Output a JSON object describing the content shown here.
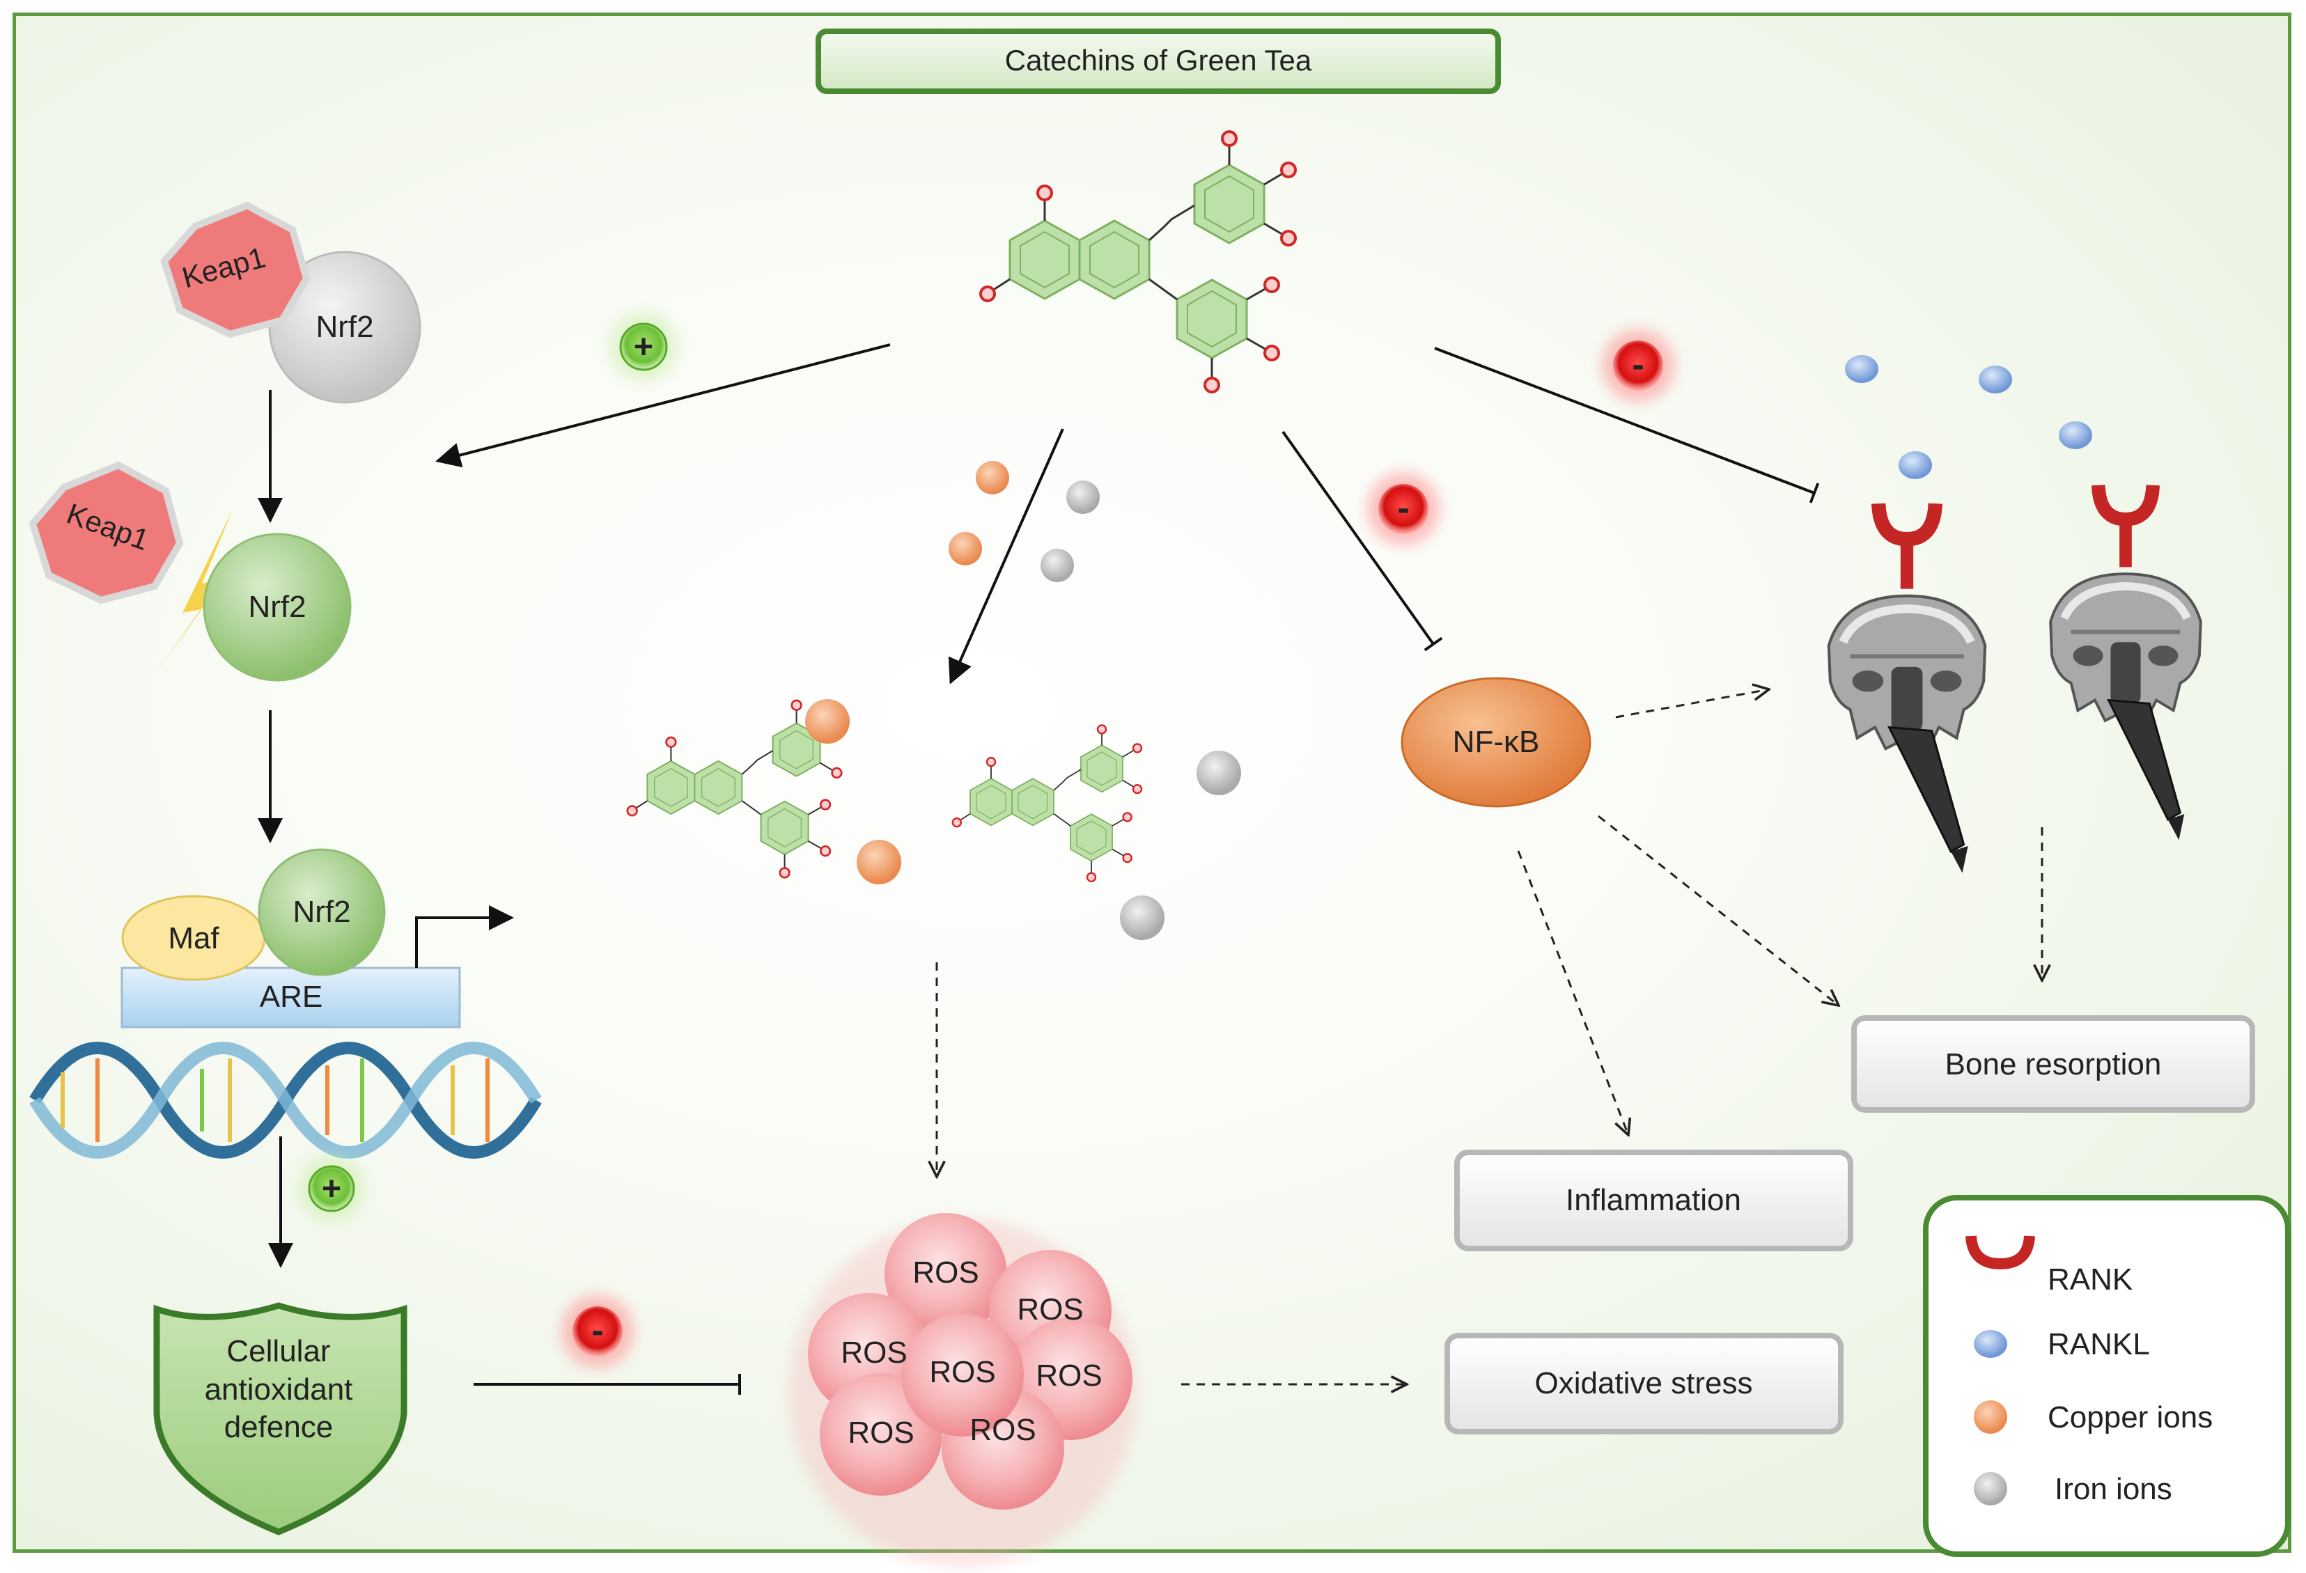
{
  "title": "Catechins of Green Tea",
  "nrf2_pathway": {
    "keap1_a": "Keap1",
    "nrf2_a": "Nrf2",
    "keap1_b": "Keap1",
    "nrf2_b": "Nrf2",
    "maf": "Maf",
    "nrf2_c": "Nrf2",
    "are": "ARE",
    "defence_line1": "Cellular",
    "defence_line2": "antioxidant",
    "defence_line3": "defence"
  },
  "signs": {
    "plus": "+",
    "minus": "-"
  },
  "nfkb": "NF-κB",
  "ros": [
    "ROS",
    "ROS",
    "ROS",
    "ROS",
    "ROS",
    "ROS",
    "ROS"
  ],
  "outcomes": {
    "bone_resorption": "Bone resorption",
    "inflammation": "Inflammation",
    "oxidative_stress": "Oxidative stress"
  },
  "legend": {
    "rank": "RANK",
    "rankl": "RANKL",
    "copper": "Copper ions",
    "iron": "Iron ions"
  },
  "colors": {
    "border": "#5d9b43",
    "keap1": "#ef7a7a",
    "nrf2_grey": "#d4d4d4",
    "nrf2_green": "#a8d08d",
    "molecule": "#b9dca6",
    "oxygen": "#d93030",
    "copper": "#f0a070",
    "iron": "#c8c8c8",
    "rankl": "#8fb0e0",
    "nfkb": "#ec9255",
    "ros": "#f3a3a8",
    "minus": "#d01818",
    "plus": "#7cc845"
  }
}
